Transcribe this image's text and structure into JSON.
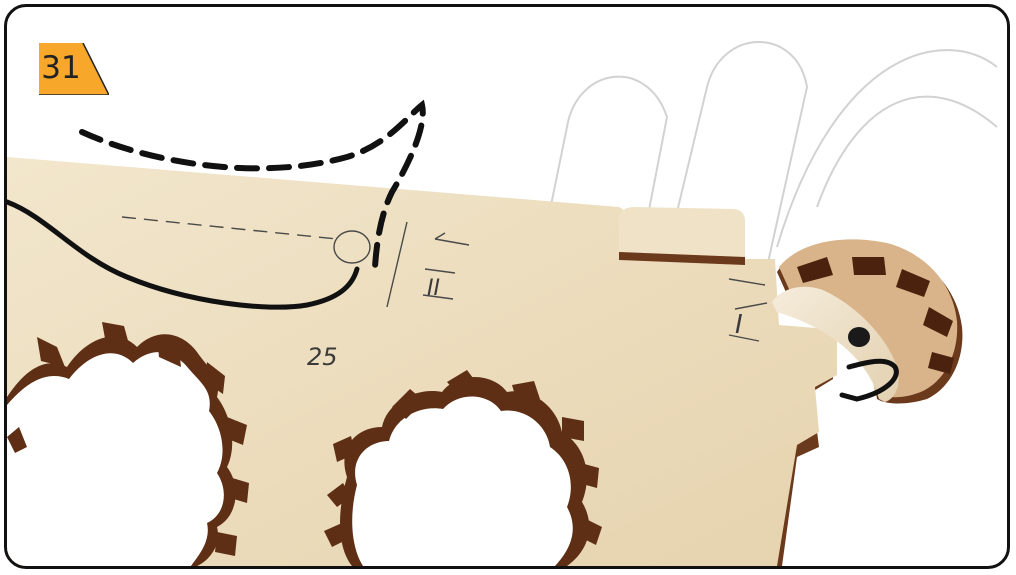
{
  "step": {
    "number": "31"
  },
  "markings": {
    "label_25": "25",
    "label_II": "II",
    "label_I": "I"
  },
  "colors": {
    "badge": "#f7a82b",
    "wood_face": "#efe1c4",
    "wood_edge": "#5a2a12",
    "cord": "#111111",
    "watermark": "#cfcfcf"
  },
  "icons": {
    "dashed_path": "cord-insertion-guide",
    "solid_cord": "cord"
  }
}
